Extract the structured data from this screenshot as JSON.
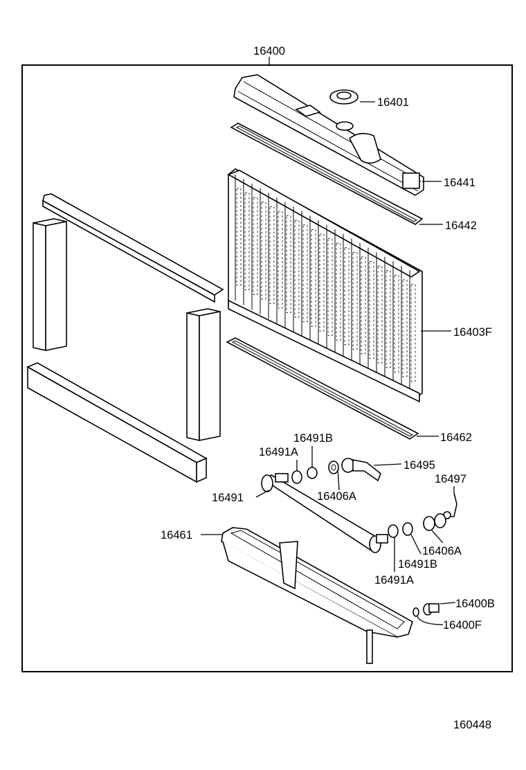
{
  "labels": {
    "assembly": "16400",
    "cap": "16401",
    "upper_tank": "16441",
    "upper_gasket": "16442",
    "core": "16403F",
    "lower_gasket": "16462",
    "oring_top_b": "16491B",
    "oring_top_a": "16491A",
    "hose_fitting": "16495",
    "pipe": "16491",
    "nut_top": "16406A",
    "clip": "16497",
    "lower_tank": "16461",
    "nut_bottom": "16406A",
    "oring_bottom_b": "16491B",
    "oring_bottom_a": "16491A",
    "drain_plug": "16400B",
    "drain_oring": "16400F"
  },
  "diagram_code": "160448"
}
